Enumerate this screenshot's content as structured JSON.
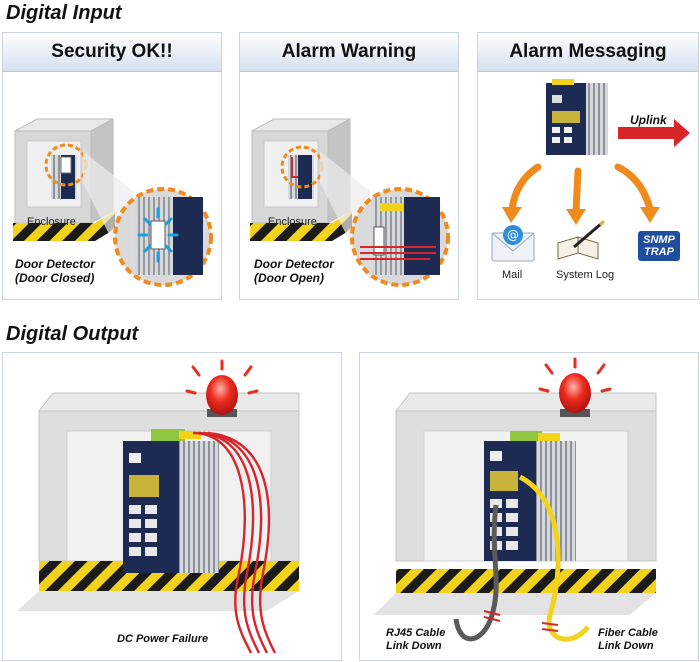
{
  "digital_input": {
    "title": "Digital Input",
    "panels": [
      {
        "heading": "Security OK!!",
        "enclosure_label": "Enclosure",
        "detector_line1": "Door Detector",
        "detector_line2": "(Door Closed)"
      },
      {
        "heading": "Alarm Warning",
        "enclosure_label": "Enclosure",
        "detector_line1": "Door Detector",
        "detector_line2": "(Door Open)"
      },
      {
        "heading": "Alarm Messaging",
        "uplink_label": "Uplink",
        "mail_label": "Mail",
        "syslog_label": "System Log",
        "snmp_line1": "SNMP",
        "snmp_line2": "TRAP"
      }
    ]
  },
  "digital_output": {
    "title": "Digital Output",
    "left_caption": "DC Power Failure",
    "rj45_line1": "RJ45 Cable",
    "rj45_line2": "Link Down",
    "fiber_line1": "Fiber Cable",
    "fiber_line2": "Link Down"
  },
  "colors": {
    "accent_red": "#d8252a",
    "arrow_orange": "#f08a1c",
    "switch_navy": "#1d2a52",
    "hazard_yellow": "#f3d21b",
    "snmp_blue": "#1f4da0"
  }
}
